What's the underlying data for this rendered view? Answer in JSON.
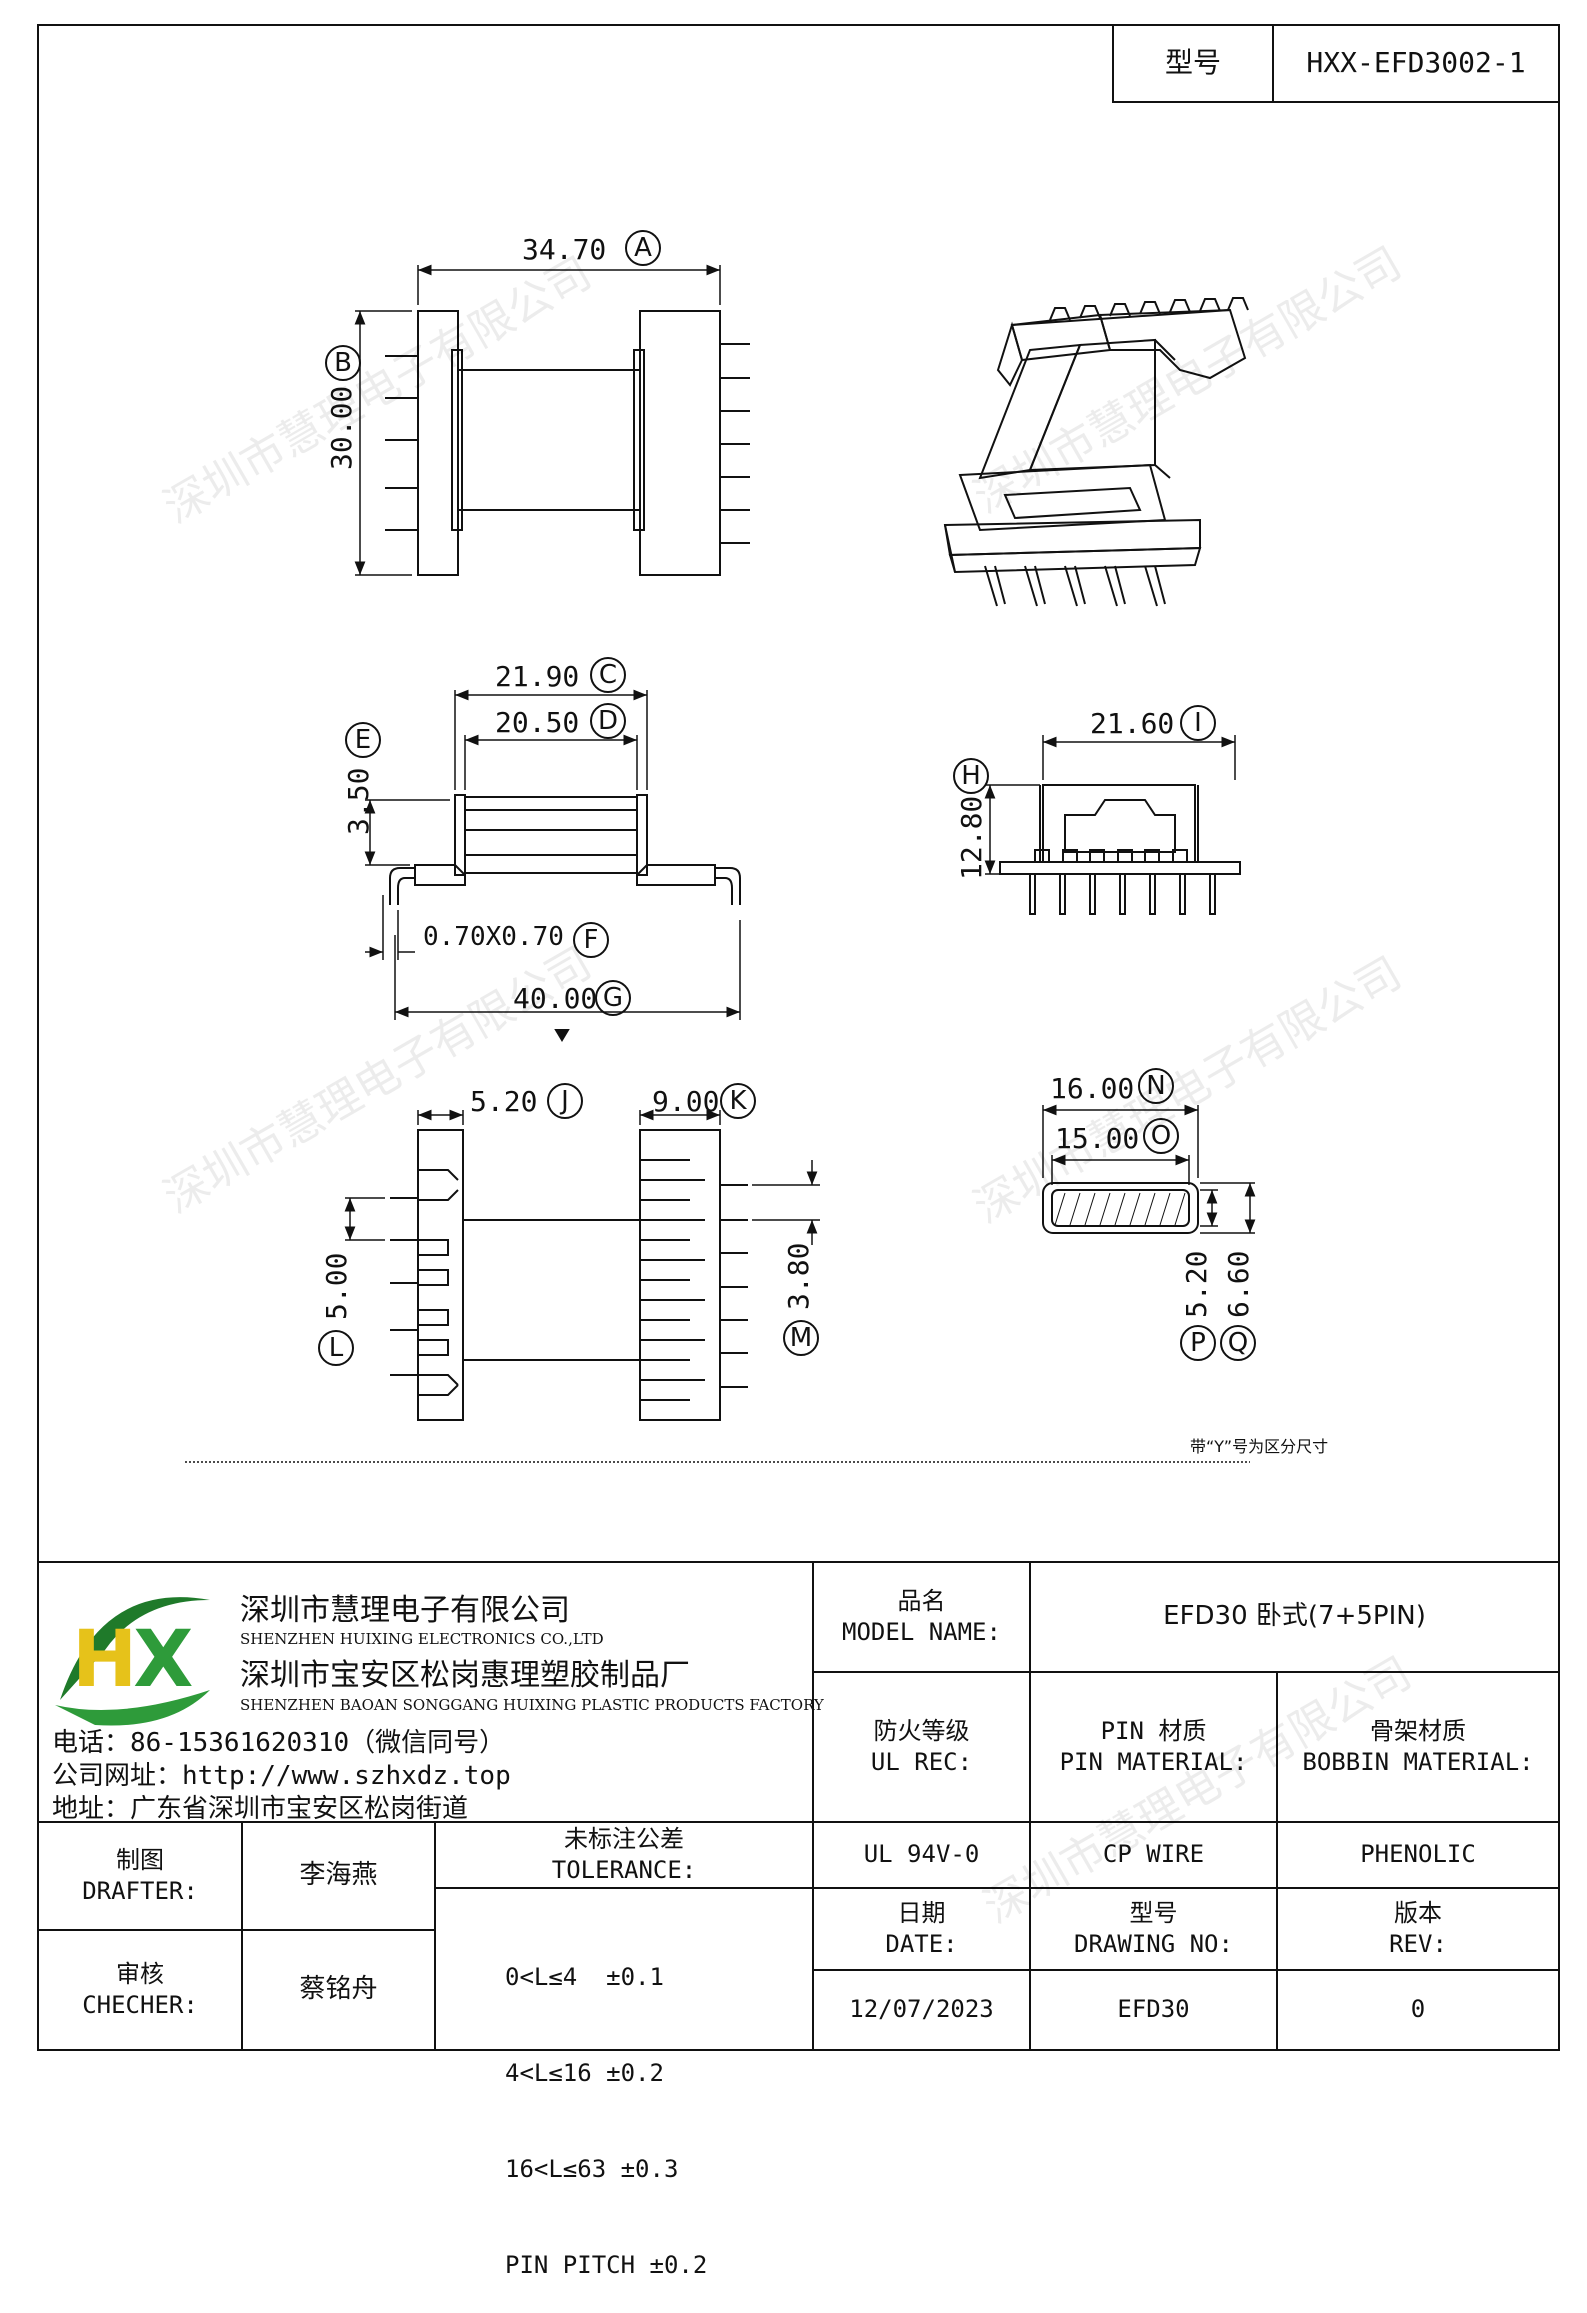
{
  "header": {
    "model_label": "型号",
    "model_value": "HXX-EFD3002-1"
  },
  "dimensions": {
    "A": "34.70",
    "B": "30.00",
    "C": "21.90",
    "D": "20.50",
    "E": "3.50",
    "F": "0.70X0.70",
    "G": "40.00",
    "H": "12.80",
    "I": "21.60",
    "J": "5.20",
    "K": "9.00",
    "L": "5.00",
    "M": "3.80",
    "N": "16.00",
    "O": "15.00",
    "P": "5.20",
    "Q": "6.60"
  },
  "note": "带“Y”号为区分尺寸",
  "watermark": "深圳市慧理电子有限公司",
  "company": {
    "logo_text": "HX",
    "name_cn": "深圳市慧理电子有限公司",
    "name_en": "SHENZHEN HUIXING ELECTRONICS CO.,LTD",
    "factory_cn": "深圳市宝安区松岗惠理塑胶制品厂",
    "factory_en": "SHENZHEN BAOAN SONGGANG HUIXING PLASTIC PRODUCTS FACTORY",
    "phone": "电话：86-15361620310（微信同号）",
    "website": "公司网址：http://www.szhxdz.top",
    "address": "地址：广东省深圳市宝安区松岗街道"
  },
  "title_block": {
    "model_name_label_cn": "品名",
    "model_name_label_en": "MODEL NAME:",
    "model_name_value": "EFD30 卧式(7+5PIN)",
    "ul_label_cn": "防火等级",
    "ul_label_en": "UL REC:",
    "pin_label_cn": "PIN 材质",
    "pin_label_en": "PIN MATERIAL:",
    "bobbin_label_cn": "骨架材质",
    "bobbin_label_en": "BOBBIN MATERIAL:",
    "ul_value": "UL 94V-0",
    "pin_value": "CP WIRE",
    "bobbin_value": "PHENOLIC",
    "drafter_label_cn": "制图",
    "drafter_label_en": "DRAFTER:",
    "drafter_value": "李海燕",
    "checker_label_cn": "审核",
    "checker_label_en": "CHECHER:",
    "checker_value": "蔡铭舟",
    "tolerance_label_cn": "未标注公差",
    "tolerance_label_en": "TOLERANCE:",
    "tolerance_lines": [
      "0<L≤4  ±0.1",
      "4<L≤16 ±0.2",
      "16<L≤63 ±0.3",
      "PIN PITCH ±0.2"
    ],
    "date_label_cn": "日期",
    "date_label_en": "DATE:",
    "date_value": "12/07/2023",
    "drawing_label_cn": "型号",
    "drawing_label_en": "DRAWING NO:",
    "drawing_value": "EFD30",
    "rev_label_cn": "版本",
    "rev_label_en": "REV:",
    "rev_value": "0"
  },
  "colors": {
    "logo_green": "#2e9b3a",
    "logo_yellow": "#e6c21a",
    "logo_dark_green": "#1f7a2a"
  }
}
